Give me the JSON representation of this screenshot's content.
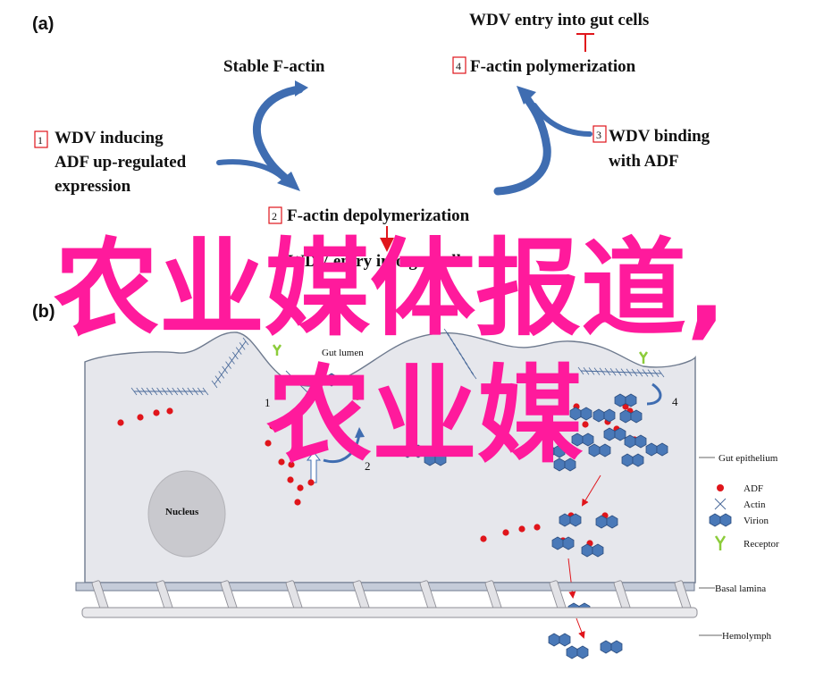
{
  "panel_a": {
    "label": "(a)",
    "top_title": "WDV entry into gut cells",
    "stable_factin": "Stable F-actin",
    "step1": {
      "num": "1",
      "lines": [
        "WDV inducing",
        "ADF up-regulated",
        "expression"
      ]
    },
    "step2": {
      "num": "2",
      "text": "F-actin depolymerization"
    },
    "step3": {
      "num": "3",
      "lines": [
        "WDV binding",
        "with ADF"
      ]
    },
    "step4": {
      "num": "4",
      "text": "F-actin polymerization"
    },
    "bottom_text": "WDV entry into gut cells"
  },
  "panel_b": {
    "label": "(b)",
    "gut_lumen": "Gut lumen",
    "nucleus": "Nucleus",
    "step_numbers": [
      "1",
      "2",
      "4"
    ],
    "labels": {
      "gut_epithelium": "Gut epithelium",
      "basal_lamina": "Basal lamina",
      "hemolymph": "Hemolymph"
    },
    "legend": [
      {
        "name": "ADF",
        "icon": "red-dot-icon"
      },
      {
        "name": "Actin",
        "icon": "cross-icon"
      },
      {
        "name": "Virion",
        "icon": "hexagon-icon"
      },
      {
        "name": "Receptor",
        "icon": "y-receptor-icon"
      }
    ],
    "colors": {
      "epithelium_fill": "#e6e7ec",
      "outline": "#6e7a8e",
      "virion": "#4a79b8",
      "adf": "#e0151b",
      "receptor": "#8ccc3a",
      "arrow": "#3f6db1"
    }
  },
  "watermark": {
    "line1": "农业媒体报道,",
    "line2": "农业媒",
    "color": "#ff1a9c"
  }
}
